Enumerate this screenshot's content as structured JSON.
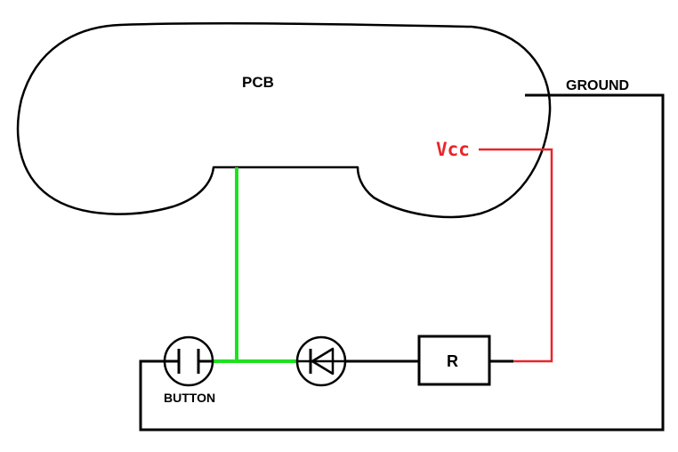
{
  "labels": {
    "pcb": "PCB",
    "ground": "GROUND",
    "vcc": "Vcc",
    "resistor": "R",
    "button": "BUTTON"
  },
  "colors": {
    "wire": "#000000",
    "vcc_wire": "#e8262b",
    "signal_wire": "#1ee11e",
    "vcc_text": "#e8262b"
  }
}
